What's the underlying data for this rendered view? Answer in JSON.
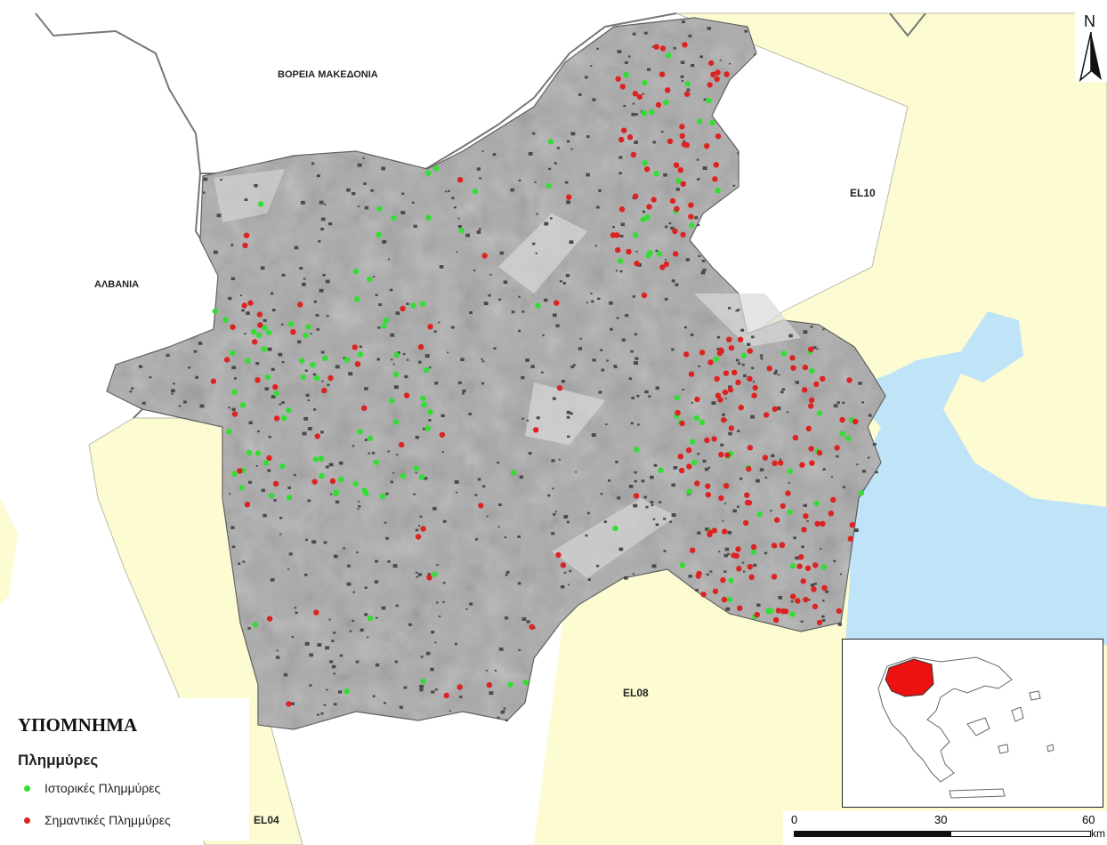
{
  "labels": {
    "north_macedonia": "ΒΟΡΕΙΑ ΜΑΚΕΔΟΝΙΑ",
    "albania": "ΑΛΒΑΝΙΑ",
    "el10": "EL10",
    "el08": "EL08",
    "el04": "EL04",
    "north": "N"
  },
  "legend": {
    "title": "ΥΠΟΜΝΗΜΑ",
    "subtitle": "Πλημμύρες",
    "items": [
      {
        "label": "Ιστορικές Πλημμύρες",
        "color": "#33dd33"
      },
      {
        "label": "Σημαντικές Πλημμύρες",
        "color": "#dd2222"
      }
    ]
  },
  "scale": {
    "ticks": [
      "0",
      "30",
      "60"
    ],
    "unit": "km"
  },
  "colors": {
    "district": "#a9a9a9",
    "neighbor": "#fdfbd1",
    "sea": "#bfe3f7",
    "foreign": "#ffffff",
    "historic": "#33dd33",
    "significant": "#dd2222",
    "highlight": "#ee1111"
  }
}
